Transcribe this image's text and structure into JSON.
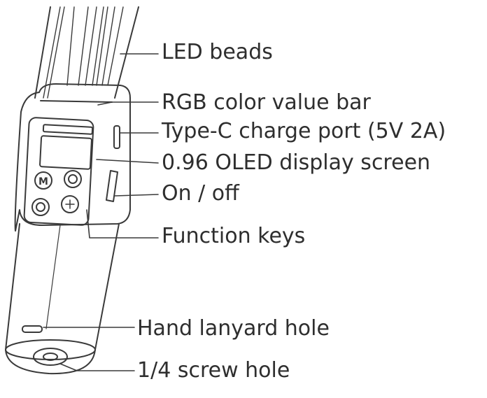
{
  "labels": {
    "led_beads": "LED beads",
    "rgb_bar": "RGB color value bar",
    "typec_port": "Type-C charge port (5V 2A)",
    "oled_screen": "0.96 OLED display screen",
    "on_off": "On / off",
    "function_keys": "Function keys",
    "lanyard_hole": "Hand lanyard hole",
    "screw_hole": "1/4 screw hole"
  },
  "colors": {
    "stroke": "#3a3a3a",
    "text": "#2e2e2e"
  }
}
